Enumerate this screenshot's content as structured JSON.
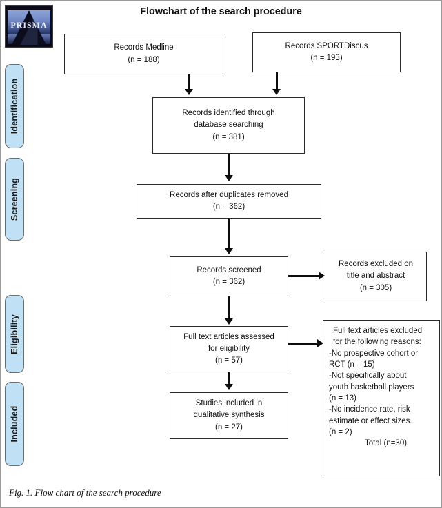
{
  "figure": {
    "title": "Flowchart of the search procedure",
    "caption": "Fig. 1. Flow chart of the search procedure",
    "logo_text": "PRISMA",
    "logo_name": "prisma-logo"
  },
  "stages": [
    {
      "label": "Identification"
    },
    {
      "label": "Screening"
    },
    {
      "label": "Eligibility"
    },
    {
      "label": "Included"
    }
  ],
  "boxes": {
    "medline": {
      "l1": "Records Medline",
      "l2": "(n = 188)"
    },
    "sportdiscus": {
      "l1": "Records SPORTDiscus",
      "l2": "(n = 193)"
    },
    "identified": {
      "l1": "Records identified through",
      "l2": "database searching",
      "l3": "(n = 381)"
    },
    "duplicates": {
      "l1": "Records after duplicates removed",
      "l2": "(n = 362)"
    },
    "screened": {
      "l1": "Records screened",
      "l2": "(n = 362)"
    },
    "excluded_title": {
      "l1": "Records excluded on",
      "l2": "title and abstract",
      "l3": "(n = 305)"
    },
    "fulltext": {
      "l1": "Full text articles assessed",
      "l2": "for eligibility",
      "l3": "(n = 57)"
    },
    "fulltext_excluded": {
      "l1": "Full text articles excluded",
      "l2": "for the following reasons:",
      "l3": "-No prospective cohort or",
      "l4": "RCT (n = 15)",
      "l5": "-Not specifically about",
      "l6": "youth basketball players",
      "l7": "(n = 13)",
      "l8": "-No incidence rate, risk",
      "l9": "estimate or effect sizes.",
      "l10": "(n = 2)",
      "l11": "Total (n=30)"
    },
    "included": {
      "l1": "Studies included in",
      "l2": "qualitative synthesis",
      "l3": "(n = 27)"
    }
  },
  "chart_data": {
    "type": "diagram",
    "title": "Flowchart of the search procedure",
    "nodes": [
      {
        "id": "medline",
        "stage": "Identification",
        "label": "Records Medline",
        "n": 188
      },
      {
        "id": "sportdiscus",
        "stage": "Identification",
        "label": "Records SPORTDiscus",
        "n": 193
      },
      {
        "id": "identified",
        "stage": "Identification",
        "label": "Records identified through database searching",
        "n": 381
      },
      {
        "id": "duplicates",
        "stage": "Screening",
        "label": "Records after duplicates removed",
        "n": 362
      },
      {
        "id": "screened",
        "stage": "Screening",
        "label": "Records screened",
        "n": 362
      },
      {
        "id": "excluded_title",
        "stage": "Screening",
        "label": "Records excluded on title and abstract",
        "n": 305
      },
      {
        "id": "fulltext",
        "stage": "Eligibility",
        "label": "Full text articles assessed for eligibility",
        "n": 57
      },
      {
        "id": "fulltext_excluded",
        "stage": "Eligibility",
        "label": "Full text articles excluded for the following reasons",
        "n": 30
      },
      {
        "id": "included",
        "stage": "Included",
        "label": "Studies included in qualitative synthesis",
        "n": 27
      }
    ],
    "exclusion_reasons": [
      {
        "reason": "No prospective cohort or RCT",
        "n": 15
      },
      {
        "reason": "Not specifically about youth basketball players",
        "n": 13
      },
      {
        "reason": "No incidence rate, risk estimate or effect sizes.",
        "n": 2
      },
      {
        "reason": "Total",
        "n": 30
      }
    ],
    "edges": [
      {
        "from": "medline",
        "to": "identified"
      },
      {
        "from": "sportdiscus",
        "to": "identified"
      },
      {
        "from": "identified",
        "to": "duplicates"
      },
      {
        "from": "duplicates",
        "to": "screened"
      },
      {
        "from": "screened",
        "to": "excluded_title"
      },
      {
        "from": "screened",
        "to": "fulltext"
      },
      {
        "from": "fulltext",
        "to": "fulltext_excluded"
      },
      {
        "from": "fulltext",
        "to": "included"
      }
    ]
  }
}
